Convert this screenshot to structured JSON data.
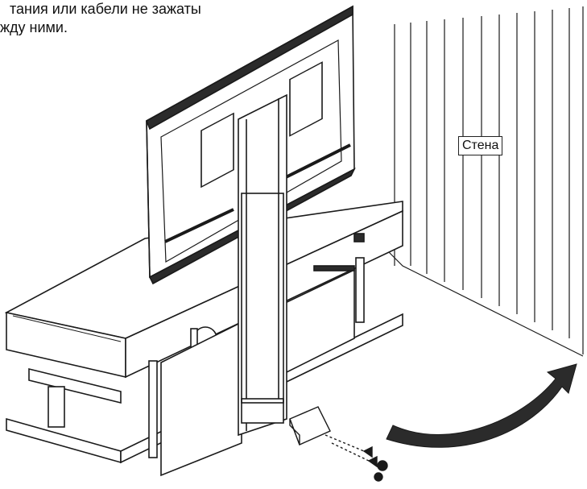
{
  "caption": {
    "line1": "тания или кабели не зажаты",
    "line2": "жду ними."
  },
  "labels": {
    "wall": "Стена"
  },
  "colors": {
    "line": "#1a1a1a",
    "shade": "#2b2b2b",
    "background": "#ffffff"
  },
  "icons": {
    "arrow": "curved-arrow-icon"
  }
}
